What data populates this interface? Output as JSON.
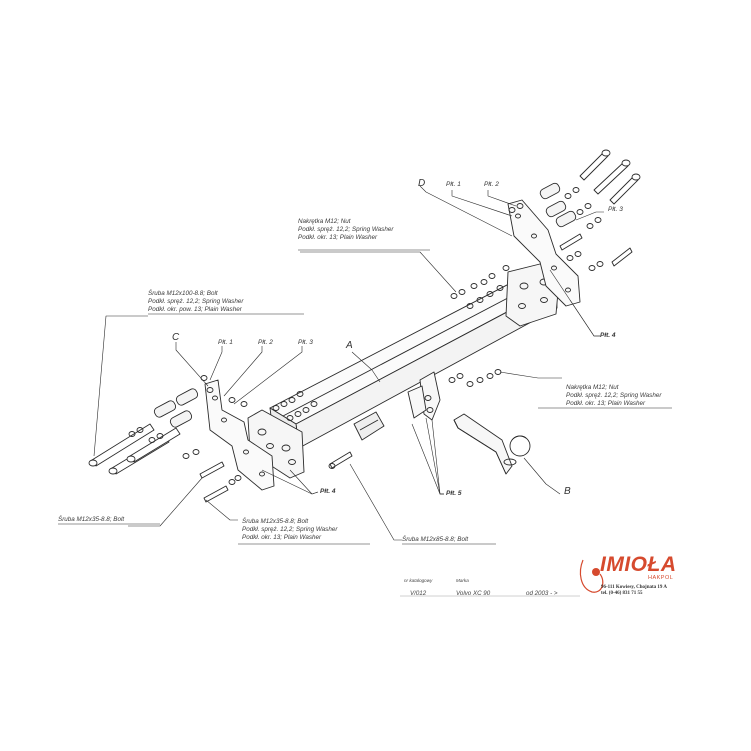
{
  "labels": {
    "hw_top": [
      "Nakrętka M12; Nut",
      "Podkł. spręż. 12,2; Spring Washer",
      "Podkł. okr. 13; Plain Washer"
    ],
    "hw_left_bolt": [
      "Śruba M12x100-8.8;  Bolt",
      "Podkł. spręż. 12,2; Spring Washer",
      "Podkł. okr. pow. 13; Plain Washer"
    ],
    "hw_right": [
      "Nakrętka M12; Nut",
      "Podkł. spręż. 12,2; Spring Washer",
      "Podkł. okr. 13; Plain Washer"
    ],
    "bolt_bottom_left": "Śruba M12x35-8.8;  Bolt",
    "hw_bottom_mid": [
      "Śruba M12x35-8.8;  Bolt",
      "Podkł. spręż. 12,2; Spring Washer",
      "Podkł. okr. 13; Plain Washer"
    ],
    "bolt_bottom_right": "Śruba M12x85-8.8;  Bolt"
  },
  "callouts": {
    "A": "A",
    "B": "B",
    "C": "C",
    "D": "D",
    "plt1_left": "Płt. 1",
    "plt2_left": "Płt. 2",
    "plt3_left": "Płt. 3",
    "plt1_right": "Płt. 1",
    "plt2_right": "Płt. 2",
    "plt3_right": "Płt. 3",
    "plt4_left": "Płt. 4",
    "plt4_right": "Płt. 4",
    "plt5": "Płt. 5"
  },
  "title_block": {
    "col1_head": "nr katalogowy",
    "col1_value": "V/012",
    "col2_head": "Marka",
    "col2_value": "Volvo XC 90",
    "col3_value": "od  2003 - >"
  },
  "brand": {
    "name": "IMIOŁA",
    "sub": "HAKPOL",
    "address": [
      "96-111 Kowiesy, Chojnata 19 A",
      "tel. (0-46) 831 71 55"
    ],
    "color": "#d64a2e"
  }
}
